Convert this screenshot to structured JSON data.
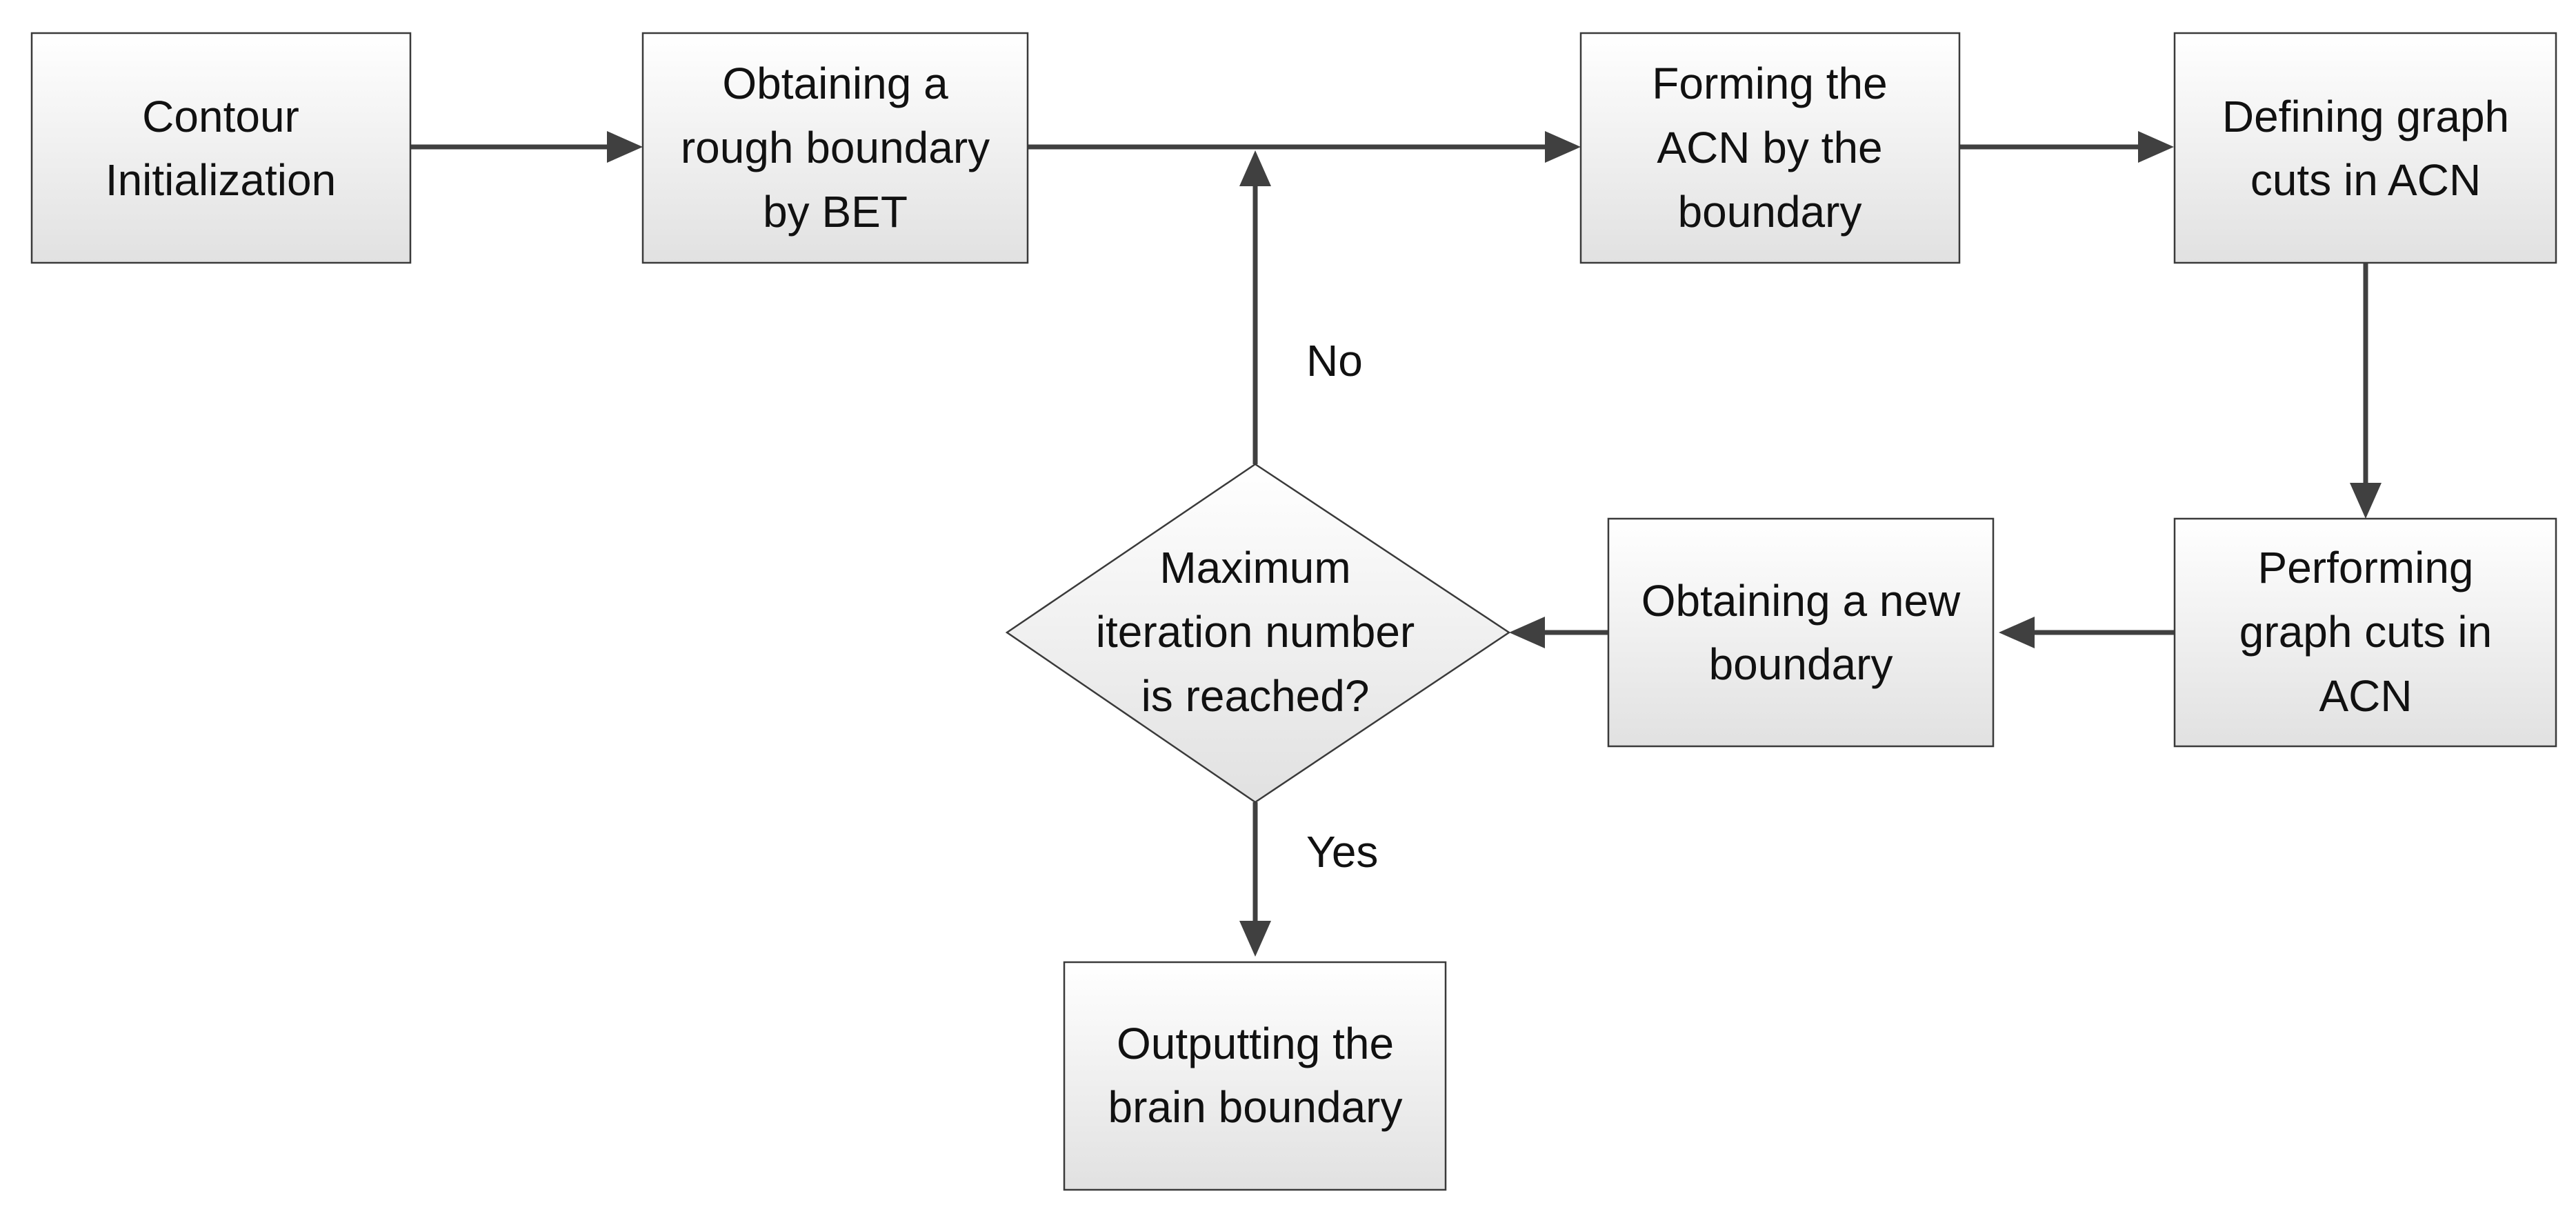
{
  "nodes": {
    "contour_init": [
      "Contour",
      "Initialization"
    ],
    "rough_boundary": [
      "Obtaining a",
      "rough boundary",
      "by BET"
    ],
    "forming_acn": [
      "Forming the",
      "ACN by the",
      "boundary"
    ],
    "defining_cuts": [
      "Defining graph",
      "cuts in ACN"
    ],
    "performing_cuts": [
      "Performing",
      "graph cuts in",
      "ACN"
    ],
    "new_boundary": [
      "Obtaining a new",
      "boundary"
    ],
    "max_iteration": [
      "Maximum",
      "iteration number",
      "is reached?"
    ],
    "output_boundary": [
      "Outputting the",
      "brain boundary"
    ]
  },
  "edge_labels": {
    "no": "No",
    "yes": "Yes"
  }
}
